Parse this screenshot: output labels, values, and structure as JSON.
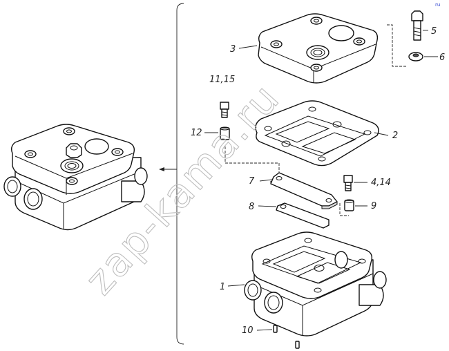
{
  "watermark": "zap-kama.ru",
  "corner_mark": "ru",
  "labels": {
    "p1": "1",
    "p2": "2",
    "p3": "3",
    "p4_14": "4,14",
    "p5": "5",
    "p6": "6",
    "p7": "7",
    "p8": "8",
    "p9": "9",
    "p10": "10",
    "p11_15": "11,15",
    "p12": "12"
  },
  "colors": {
    "line": "#111111",
    "watermark": "#bdbdbd",
    "corner_mark": "#2a3fd0"
  }
}
